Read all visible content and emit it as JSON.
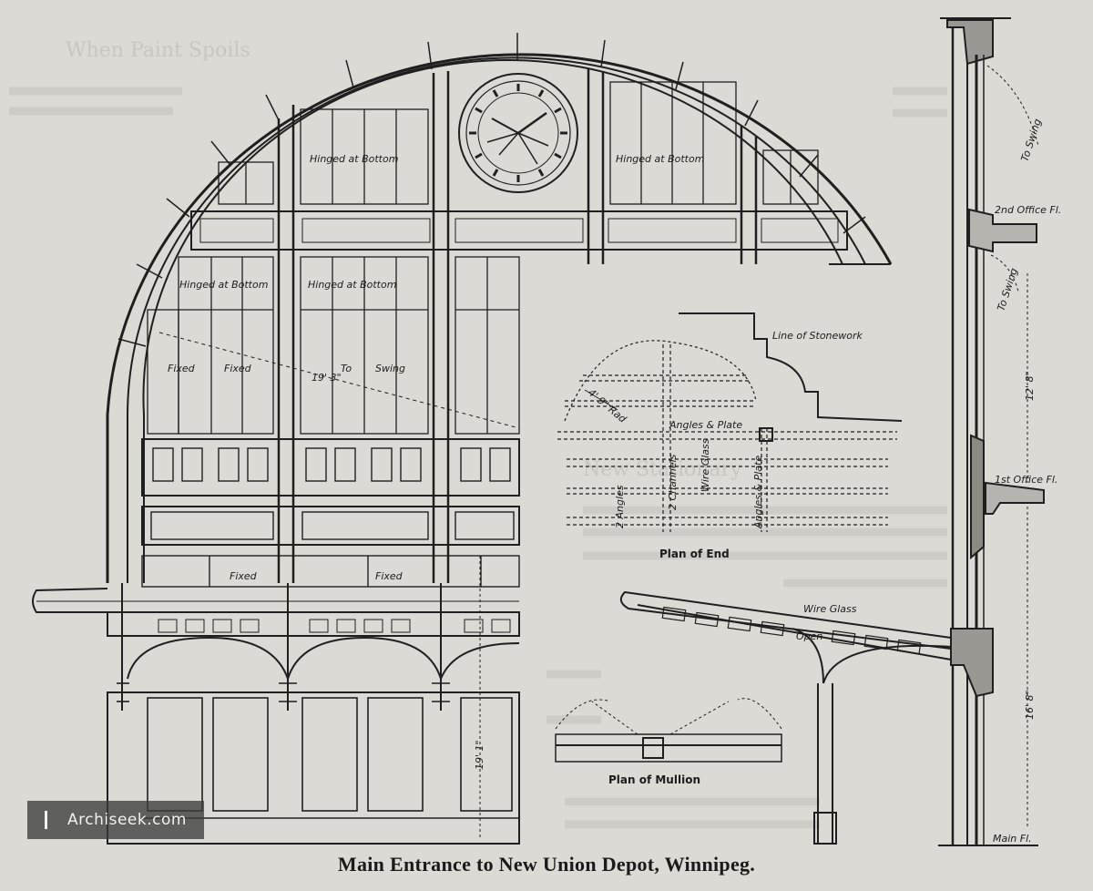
{
  "caption": "Main Entrance to New Union Depot, Winnipeg.",
  "watermark": "Archiseek.com",
  "labels": {
    "hinged_left_top": "Hinged at Bottom",
    "hinged_right_top": "Hinged at Bottom",
    "hinged_left_mid": "Hinged at Bottom",
    "hinged_center_mid": "Hinged at Bottom",
    "fixed_1": "Fixed",
    "fixed_2": "Fixed",
    "to": "To",
    "swing": "Swing",
    "dim_19_3": "19' 3\"",
    "fixed_lower_1": "Fixed",
    "fixed_lower_2": "Fixed",
    "dim_19_1": "19' 1\"",
    "line_of_stonework": "Line of Stonework",
    "radius": "4' 9\" Rad",
    "angles_plate_top": "Angles & Plate",
    "angles_plate_side": "Angles & Plate",
    "two_angles": "2 Angles",
    "two_channels": "2 Channels",
    "wire_glass_plan": "Wire Glass",
    "plan_of_end": "Plan of End",
    "wire_glass": "Wire Glass",
    "open": "Open",
    "plan_of_mullion": "Plan of Mullion",
    "to_swing_1": "To Swing",
    "to_swing_2": "To Swing",
    "second_office": "2nd Office Fl.",
    "first_office": "1st Office Fl.",
    "dim_12_8": "12' 8\"",
    "dim_16_8": "16' 8\"",
    "main_fl": "Main Fl."
  },
  "ghost_text": {
    "heading_1": "When Paint Spoils",
    "heading_2": "New Stationary"
  }
}
